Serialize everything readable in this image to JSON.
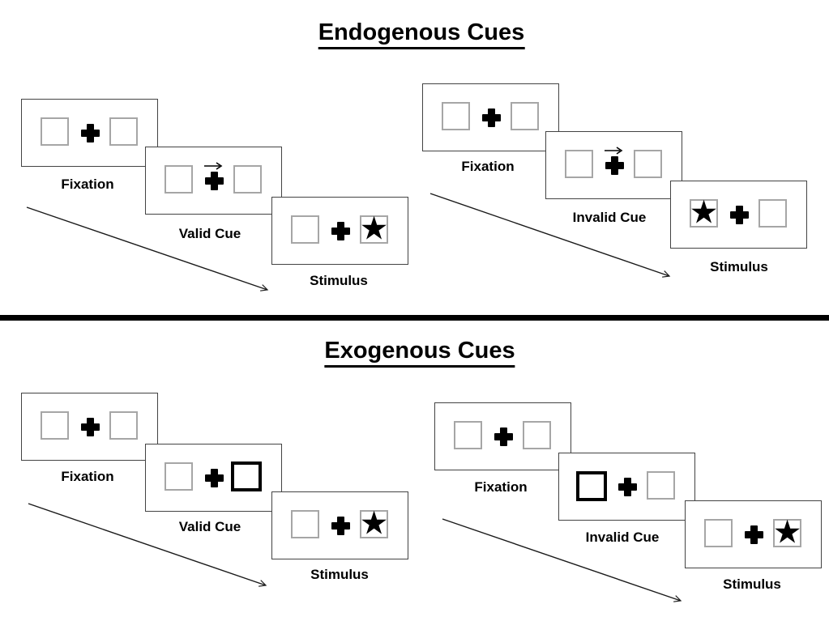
{
  "page": {
    "background": "#ffffff"
  },
  "colors": {
    "panel_border": "#434343",
    "square_border": "#a6a6a6",
    "bold_square_border": "#000000",
    "text": "#000000",
    "divider": "#000000"
  },
  "symbols": {
    "star": "★"
  },
  "sections": [
    {
      "id": "endogenous",
      "title": "Endogenous Cues",
      "groups": [
        {
          "id": "endogenous-valid",
          "cue_style": "central-arrow-pointing-right",
          "sequence": [
            {
              "label": "Fixation",
              "display": "two-empty-boxes-with-central-cross"
            },
            {
              "label": "Valid Cue",
              "display": "right-arrow-above-central-cross"
            },
            {
              "label": "Stimulus",
              "display": "star-in-right-box"
            }
          ]
        },
        {
          "id": "endogenous-invalid",
          "cue_style": "central-arrow-pointing-right",
          "sequence": [
            {
              "label": "Fixation",
              "display": "two-empty-boxes-with-central-cross"
            },
            {
              "label": "Invalid Cue",
              "display": "right-arrow-above-central-cross"
            },
            {
              "label": "Stimulus",
              "display": "star-in-left-box"
            }
          ]
        }
      ]
    },
    {
      "id": "exogenous",
      "title": "Exogenous Cues",
      "groups": [
        {
          "id": "exogenous-valid",
          "cue_style": "right-box-highlighted-bold",
          "sequence": [
            {
              "label": "Fixation",
              "display": "two-empty-boxes-with-central-cross"
            },
            {
              "label": "Valid Cue",
              "display": "bold-right-box"
            },
            {
              "label": "Stimulus",
              "display": "star-in-right-box"
            }
          ]
        },
        {
          "id": "exogenous-invalid",
          "cue_style": "left-box-highlighted-bold",
          "sequence": [
            {
              "label": "Fixation",
              "display": "two-empty-boxes-with-central-cross"
            },
            {
              "label": "Invalid Cue",
              "display": "bold-left-box"
            },
            {
              "label": "Stimulus",
              "display": "star-in-right-box"
            }
          ]
        }
      ]
    }
  ]
}
